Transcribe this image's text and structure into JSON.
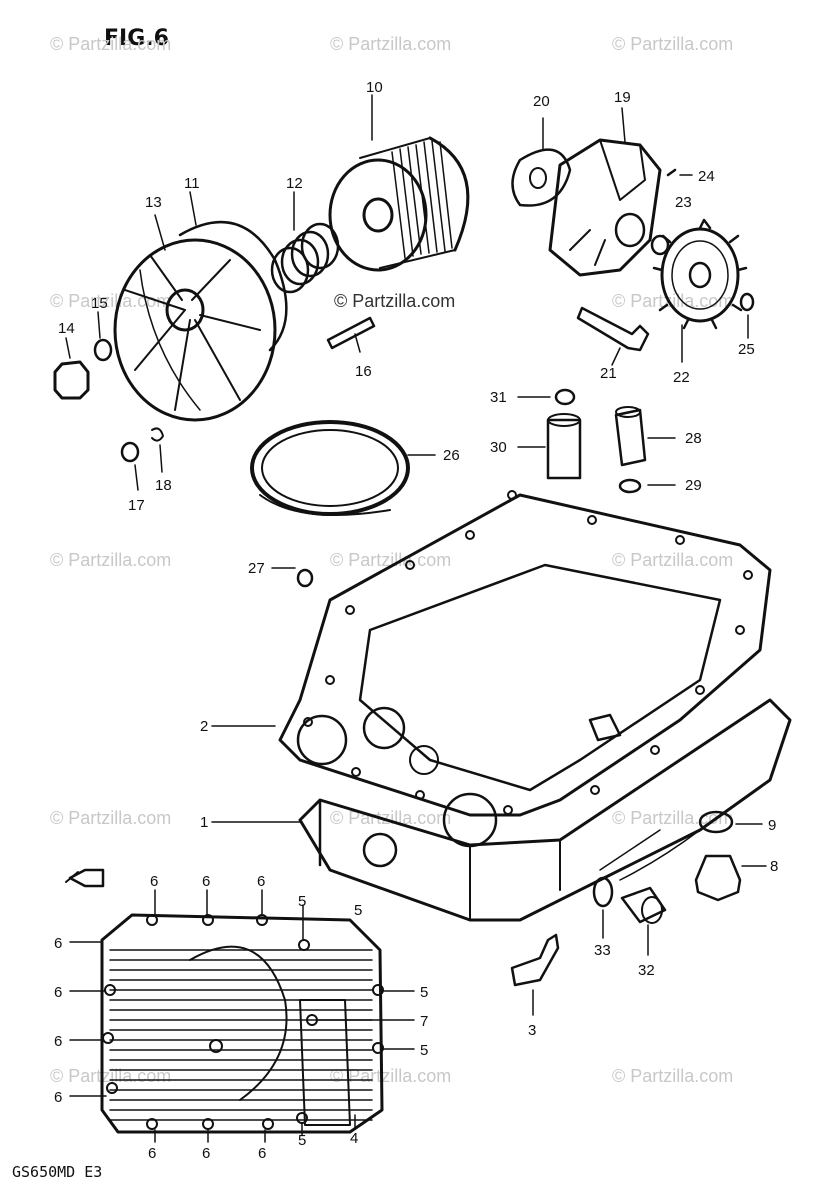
{
  "figure_title": "FIG.6",
  "footer_code": "GS650MD E3",
  "watermark_text": "© Partzilla.com",
  "callouts": {
    "c10": "10",
    "c20": "20",
    "c19": "19",
    "c24": "24",
    "c23": "23",
    "c13": "13",
    "c11": "11",
    "c12": "12",
    "c14": "14",
    "c15": "15",
    "c16": "16",
    "c21": "21",
    "c22": "22",
    "c25": "25",
    "c31": "31",
    "c30": "30",
    "c28": "28",
    "c29": "29",
    "c26": "26",
    "c17": "17",
    "c18": "18",
    "c27": "27",
    "c2": "2",
    "c1": "1",
    "c9": "9",
    "c8": "8",
    "c33": "33",
    "c32": "32",
    "c3": "3",
    "p6a": "6",
    "p6b": "6",
    "p6c": "6",
    "p5a": "5",
    "p5b": "5",
    "l6a": "6",
    "l6b": "6",
    "l6c": "6",
    "l6d": "6",
    "r5a": "5",
    "r7": "7",
    "r5b": "5",
    "b6a": "6",
    "b6b": "6",
    "b6c": "6",
    "b5": "5",
    "b4": "4"
  },
  "colors": {
    "ink": "#111111",
    "watermark": "#c8c8c8",
    "background": "#ffffff"
  }
}
